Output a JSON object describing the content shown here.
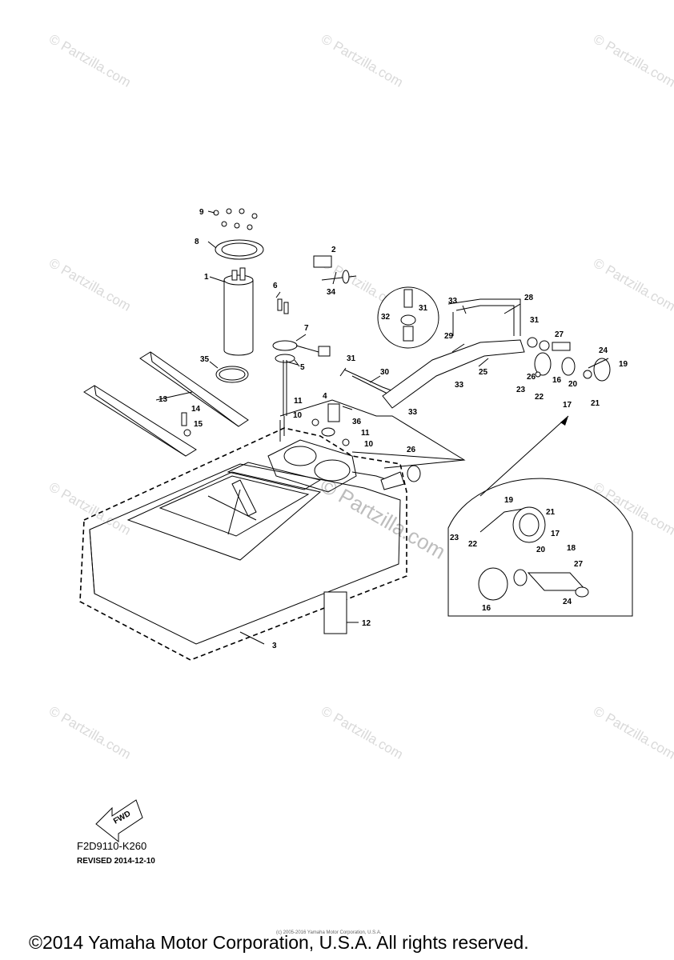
{
  "diagram": {
    "callouts": {
      "c1": "1",
      "c2": "2",
      "c3": "3",
      "c4": "4",
      "c5": "5",
      "c6": "6",
      "c7": "7",
      "c8": "8",
      "c9": "9",
      "c10a": "10",
      "c10b": "10",
      "c11a": "11",
      "c11b": "11",
      "c12": "12",
      "c13": "13",
      "c14": "14",
      "c15": "15",
      "c16": "16",
      "c17": "17",
      "c19": "19",
      "c20": "20",
      "c21": "21",
      "c22": "22",
      "c23": "23",
      "c24": "24",
      "c25": "25",
      "c26a": "26",
      "c26b": "26",
      "c27": "27",
      "c28": "28",
      "c29": "29",
      "c30": "30",
      "c31a": "31",
      "c31b": "31",
      "c31c": "31",
      "c32": "32",
      "c33a": "33",
      "c33b": "33",
      "c33c": "33",
      "c34": "34",
      "c35": "35",
      "c36": "36"
    },
    "detail_callouts": {
      "d19": "19",
      "d21": "21",
      "d17": "17",
      "d20": "20",
      "d18": "18",
      "d23": "23",
      "d22": "22",
      "d27": "27",
      "d24": "24",
      "d16": "16"
    },
    "fwd_label": "FWD",
    "diagram_code": "F2D9110-K260",
    "revised": "REVISED 2014-12-10",
    "watermark": "© Partzilla.com",
    "center_watermark": "© Partzilla.com",
    "tiny_copyright": "(c) 2005-2016 Yamaha Motor Corporation, U.S.A.",
    "copyright": "©2014 Yamaha Motor Corporation, U.S.A. All rights reserved."
  }
}
